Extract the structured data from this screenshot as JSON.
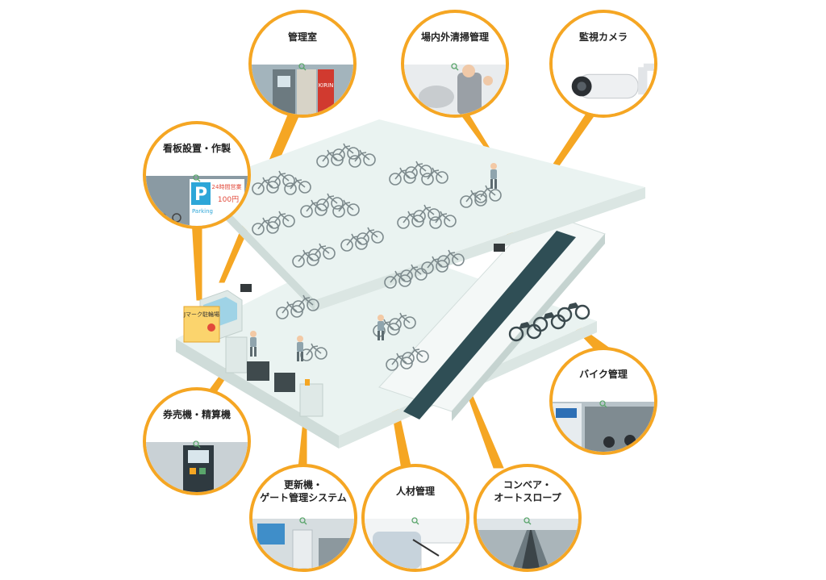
{
  "callouts": [
    {
      "id": "kanrishitsu",
      "label": "管理室",
      "icon": "search-icon"
    },
    {
      "id": "seisou",
      "label": "場内外清掃管理",
      "icon": "search-icon"
    },
    {
      "id": "camera",
      "label": "監視カメラ",
      "icon": "search-icon"
    },
    {
      "id": "kanban",
      "label": "看板設置・作製",
      "icon": "search-icon"
    },
    {
      "id": "bike",
      "label": "バイク管理",
      "icon": "search-icon"
    },
    {
      "id": "kenbaiki",
      "label": "券売機・精算機",
      "icon": "search-icon"
    },
    {
      "id": "koushin",
      "label_line1": "更新機・",
      "label_line2": "ゲート管理システム",
      "icon": "search-icon"
    },
    {
      "id": "jinzai",
      "label": "人材管理",
      "icon": "search-icon"
    },
    {
      "id": "conveyor",
      "label_line1": "コンベア・",
      "label_line2": "オートスロープ",
      "icon": "search-icon"
    }
  ],
  "photo_texts": {
    "vending_brand": "KIRIN",
    "parking_letter": "P",
    "parking_hours": "24時間営業",
    "parking_price": "100円",
    "parking_word": "Parking",
    "kiosk_sign": "Jマーク駐輪場"
  },
  "colors": {
    "accent": "#f5a623",
    "floor_top": "#eaf3f1",
    "floor_side": "#cfdcd9",
    "conveyor": "#2f4e55"
  }
}
